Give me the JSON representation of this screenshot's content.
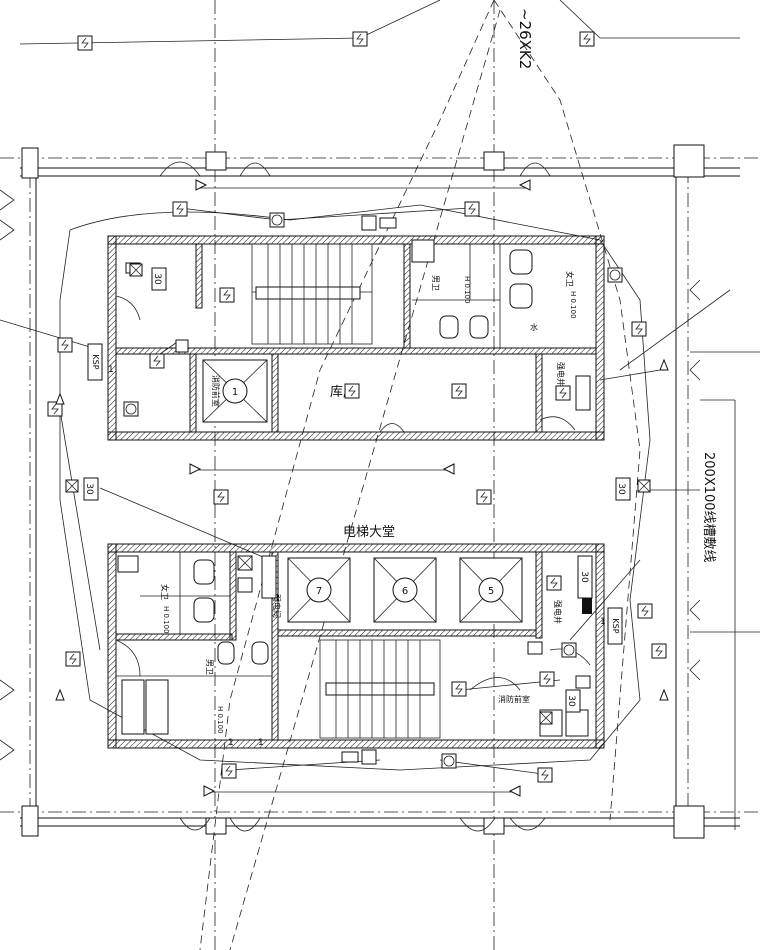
{
  "drawing": {
    "cable_label": "~26XK2",
    "trunk_label": "200X100线槽敷线",
    "rooms": {
      "warehouse": "库房",
      "elevator_hall": "电梯大堂",
      "strong_room_upper": "强电井",
      "strong_room_lower": "强电井",
      "fire_room_upper": "消防前室",
      "fire_room_lower": "消防前室",
      "wc_women": "女卫",
      "wc_men": "男卫",
      "wc_upper_women": "女卫",
      "wc_upper_men": "男卫",
      "water": "水",
      "weak_room": "弱电间"
    },
    "elevators": [
      "1",
      "7",
      "6",
      "5"
    ],
    "levels": {
      "a": "H 0.100",
      "b": "H 0.100",
      "c": "H 0.100",
      "d": "H 0.100"
    },
    "marks": {
      "s30_a": "30",
      "s30_b": "30",
      "s30_c": "30",
      "s30_d": "30",
      "s30_e": "30",
      "kx_a": "KSP",
      "kx_b": "KSP",
      "ktext_a": "1",
      "ktext_b": "1",
      "ktext_c": "1",
      "ktext_d": "1"
    }
  }
}
